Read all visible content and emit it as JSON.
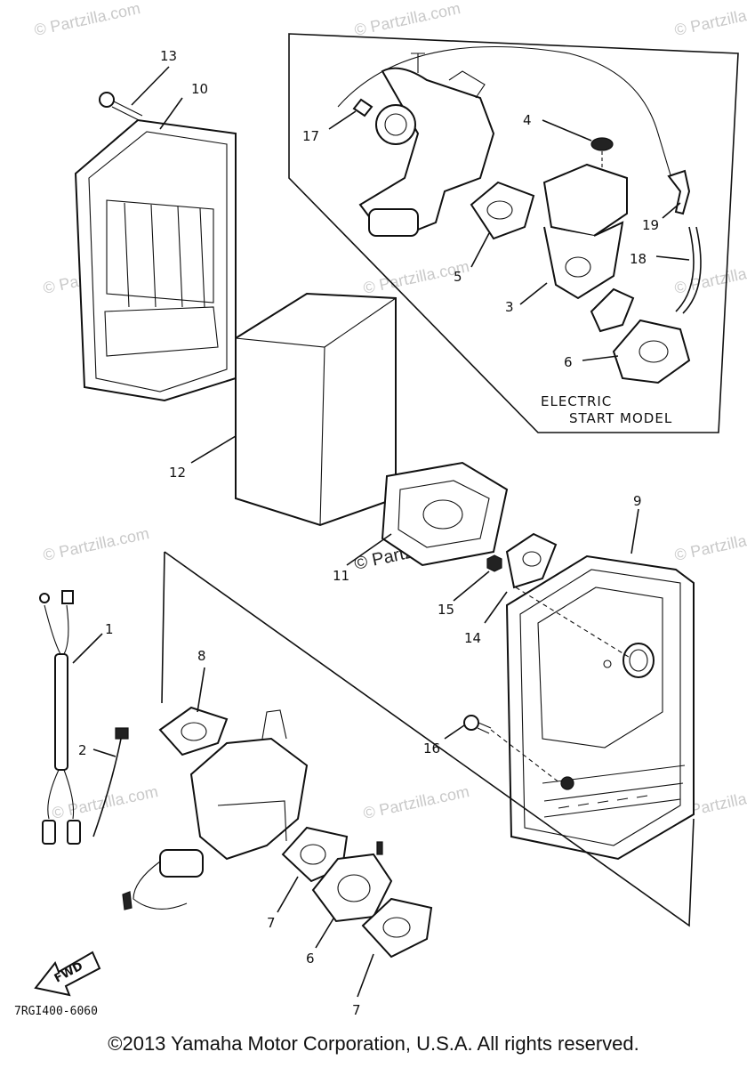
{
  "diagram_code": "7RGI400-6060",
  "box_caption_line1": "ELECTRIC",
  "box_caption_line2": "START MODEL",
  "direction_label": "FWD",
  "watermark": "© Partzilla.com",
  "copyright": "©2013  Yamaha Motor Corporation, U.S.A. All rights reserved.",
  "callouts": {
    "c1": "1",
    "c2": "2",
    "c3": "3",
    "c4": "4",
    "c5": "5",
    "c6_box": "6",
    "c6": "6",
    "c7_top": "7",
    "c7_bottom": "7",
    "c8": "8",
    "c9": "9",
    "c10": "10",
    "c11": "11",
    "c12": "12",
    "c13": "13",
    "c14": "14",
    "c15": "15",
    "c16": "16",
    "c17": "17",
    "c18": "18",
    "c19": "19"
  }
}
